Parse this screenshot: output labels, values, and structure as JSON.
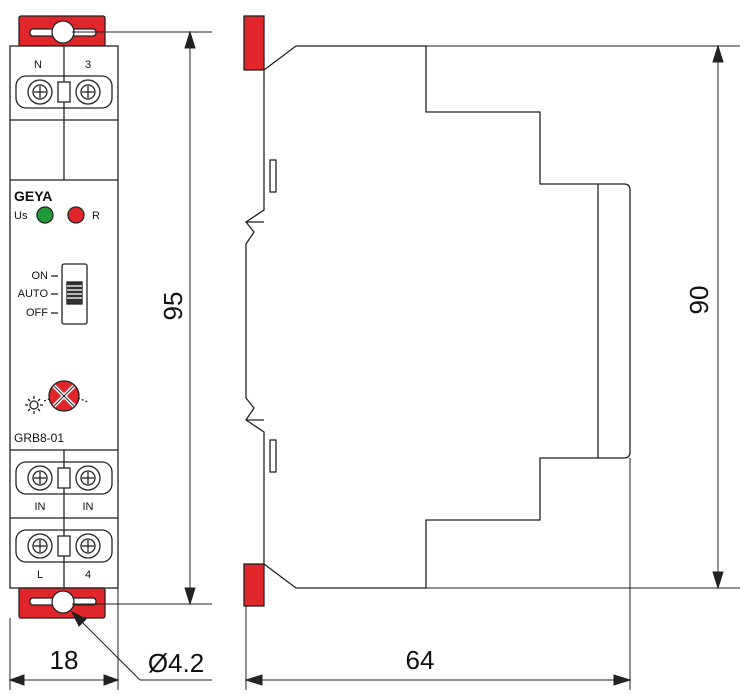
{
  "front_view": {
    "brand": "GEYA",
    "model": "GRB8-01",
    "top_terminals": [
      "N",
      "3"
    ],
    "bottom_terminals_upper": [
      "IN",
      "IN"
    ],
    "bottom_terminals_lower": [
      "L",
      "4"
    ],
    "led_labels": {
      "left": "Us",
      "right": "R"
    },
    "switch_positions": [
      "ON",
      "AUTO",
      "OFF"
    ],
    "colors": {
      "red": "#e0262b",
      "green": "#1e9a3a",
      "line": "#222222"
    }
  },
  "dimensions": {
    "height_front": "95",
    "width_front": "18",
    "hole_diameter": "Ø4.2",
    "height_side": "90",
    "depth_side": "64"
  },
  "icons": [
    "sun-icon",
    "moon-icon",
    "adjust-knob-icon"
  ]
}
